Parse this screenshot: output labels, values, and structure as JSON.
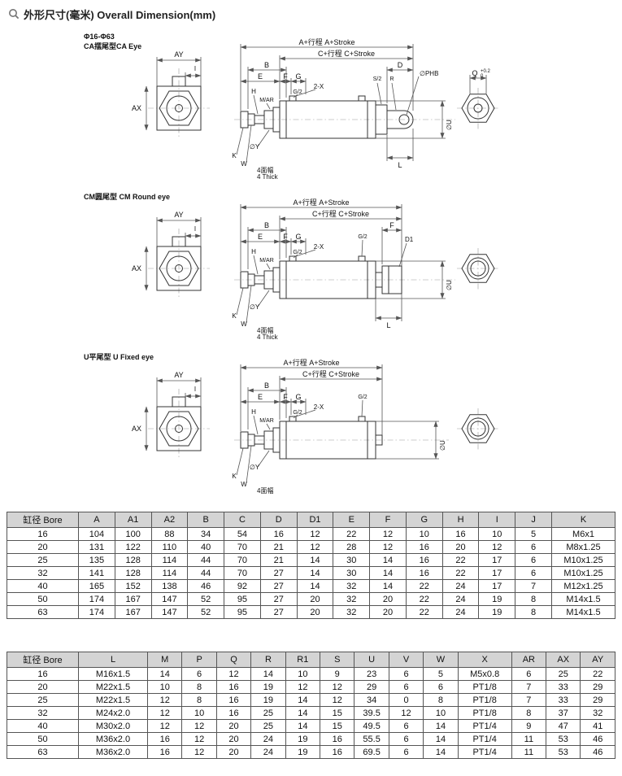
{
  "header": {
    "title": "外形尺寸(毫米) Overall Dimension(mm)"
  },
  "drawings": {
    "ca": {
      "caption_line1": "Φ16-Φ63",
      "caption_line2": "CA摆尾型CA Eye",
      "labels": {
        "a_stroke": "A+行程 A+Stroke",
        "c_stroke": "C+行程 C+Stroke",
        "b": "B",
        "d": "D",
        "e": "E",
        "f": "F",
        "g": "G",
        "g2": "G/2",
        "two_x": "2-X",
        "h": "H",
        "m_ar": "M/AR",
        "s2": "S/2",
        "r": "R",
        "phb": "∅PHB",
        "u": "∅U",
        "y": "∅Y",
        "k": "K",
        "w": "W",
        "l": "L",
        "thick_cn": "4面幅",
        "thick_en": "4 Thick",
        "ay": "AY",
        "ax": "AX",
        "i": "I",
        "q": "Q",
        "q_tol_up": "+0.2",
        "q_tol_dn": "0"
      }
    },
    "cm": {
      "caption_line1": "CM圆尾型 CM Round eye",
      "labels": {
        "a_stroke": "A+行程 A+Stroke",
        "c_stroke": "C+行程 C+Stroke",
        "b": "B",
        "e": "E",
        "f": "F",
        "g": "G",
        "f_right": "F",
        "g2": "G/2",
        "g2_right": "G/2",
        "two_x": "2-X",
        "h": "H",
        "m_ar": "M/AR",
        "d1": "D1",
        "u": "∅U",
        "y": "∅Y",
        "k": "K",
        "w": "W",
        "l": "L",
        "thick_cn": "4面幅",
        "thick_en": "4 Thick",
        "ay": "AY",
        "ax": "AX",
        "i": "I"
      }
    },
    "u": {
      "caption_line1": "U平尾型 U Fixed eye",
      "labels": {
        "a_stroke": "A+行程 A+Stroke",
        "c_stroke": "C+行程 C+Stroke",
        "b": "B",
        "e": "E",
        "f": "F",
        "g": "G",
        "g2": "G/2",
        "g2_right": "G/2",
        "two_x": "2-X",
        "h": "H",
        "m_ar": "M/AR",
        "u": "∅U",
        "y": "∅Y",
        "k": "K",
        "w": "W",
        "thick_cn": "4面幅",
        "ay": "AY",
        "ax": "AX",
        "i": "I"
      }
    }
  },
  "table1": {
    "headers": [
      "缸径  Bore",
      "A",
      "A1",
      "A2",
      "B",
      "C",
      "D",
      "D1",
      "E",
      "F",
      "G",
      "H",
      "I",
      "J",
      "K"
    ],
    "rows": [
      [
        "16",
        "104",
        "100",
        "88",
        "34",
        "54",
        "16",
        "12",
        "22",
        "12",
        "10",
        "16",
        "10",
        "5",
        "M6x1"
      ],
      [
        "20",
        "131",
        "122",
        "110",
        "40",
        "70",
        "21",
        "12",
        "28",
        "12",
        "16",
        "20",
        "12",
        "6",
        "M8x1.25"
      ],
      [
        "25",
        "135",
        "128",
        "114",
        "44",
        "70",
        "21",
        "14",
        "30",
        "14",
        "16",
        "22",
        "17",
        "6",
        "M10x1.25"
      ],
      [
        "32",
        "141",
        "128",
        "114",
        "44",
        "70",
        "27",
        "14",
        "30",
        "14",
        "16",
        "22",
        "17",
        "6",
        "M10x1.25"
      ],
      [
        "40",
        "165",
        "152",
        "138",
        "46",
        "92",
        "27",
        "14",
        "32",
        "14",
        "22",
        "24",
        "17",
        "7",
        "M12x1.25"
      ],
      [
        "50",
        "174",
        "167",
        "147",
        "52",
        "95",
        "27",
        "20",
        "32",
        "20",
        "22",
        "24",
        "19",
        "8",
        "M14x1.5"
      ],
      [
        "63",
        "174",
        "167",
        "147",
        "52",
        "95",
        "27",
        "20",
        "32",
        "20",
        "22",
        "24",
        "19",
        "8",
        "M14x1.5"
      ]
    ]
  },
  "table2": {
    "headers": [
      "缸径  Bore",
      "L",
      "M",
      "P",
      "Q",
      "R",
      "R1",
      "S",
      "U",
      "V",
      "W",
      "X",
      "AR",
      "AX",
      "AY"
    ],
    "rows": [
      [
        "16",
        "M16x1.5",
        "14",
        "6",
        "12",
        "14",
        "10",
        "9",
        "23",
        "6",
        "5",
        "M5x0.8",
        "6",
        "25",
        "22"
      ],
      [
        "20",
        "M22x1.5",
        "10",
        "8",
        "16",
        "19",
        "12",
        "12",
        "29",
        "6",
        "6",
        "PT1/8",
        "7",
        "33",
        "29"
      ],
      [
        "25",
        "M22x1.5",
        "12",
        "8",
        "16",
        "19",
        "14",
        "12",
        "34",
        "0",
        "8",
        "PT1/8",
        "7",
        "33",
        "29"
      ],
      [
        "32",
        "M24x2.0",
        "12",
        "10",
        "16",
        "25",
        "14",
        "15",
        "39.5",
        "12",
        "10",
        "PT1/8",
        "8",
        "37",
        "32"
      ],
      [
        "40",
        "M30x2.0",
        "12",
        "12",
        "20",
        "25",
        "14",
        "15",
        "49.5",
        "6",
        "14",
        "PT1/4",
        "9",
        "47",
        "41"
      ],
      [
        "50",
        "M36x2.0",
        "16",
        "12",
        "20",
        "24",
        "19",
        "16",
        "55.5",
        "6",
        "14",
        "PT1/4",
        "11",
        "53",
        "46"
      ],
      [
        "63",
        "M36x2.0",
        "16",
        "12",
        "20",
        "24",
        "19",
        "16",
        "69.5",
        "6",
        "14",
        "PT1/4",
        "11",
        "53",
        "46"
      ]
    ]
  }
}
